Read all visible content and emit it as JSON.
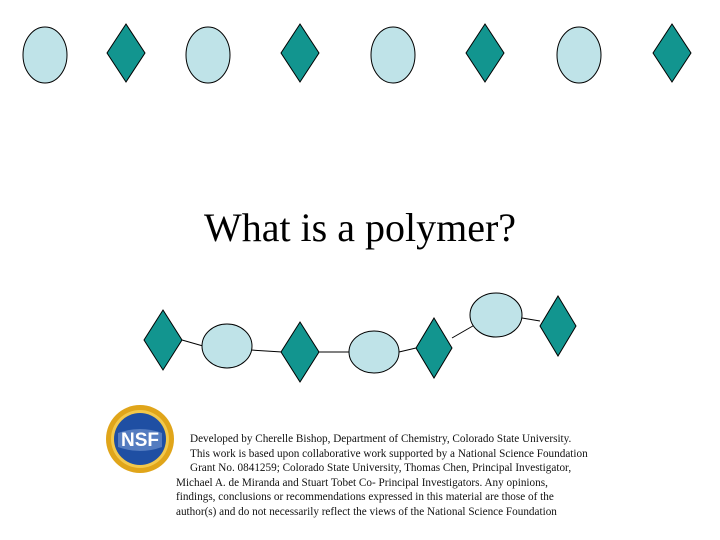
{
  "slide": {
    "title": "What is a polymer?",
    "colors": {
      "oval_fill": "#bfe3e8",
      "diamond_fill": "#12958f",
      "stroke": "#000000",
      "nsf_blue": "#1f4fa3",
      "nsf_gold": "#e0a51a"
    },
    "icons": {
      "top_row": "oval-and-diamond-monomer-icons",
      "bottom_chain": "linked-polymer-chain-icons",
      "logo": "nsf-logo-icon"
    }
  },
  "logo": {
    "text": "NSF"
  },
  "credit": {
    "lines": [
      "Developed by Cherelle Bishop, Department of Chemistry, Colorado State University.",
      "This work is based upon collaborative work supported by a National Science Foundation",
      "Grant No. 0841259; Colorado State University, Thomas Chen, Principal Investigator,",
      "Michael A. de Miranda and Stuart Tobet Co- Principal Investigators. Any opinions,",
      "findings, conclusions or recommendations expressed in this material are those of the",
      "author(s) and do not necessarily reflect the views of the National Science Foundation"
    ]
  }
}
